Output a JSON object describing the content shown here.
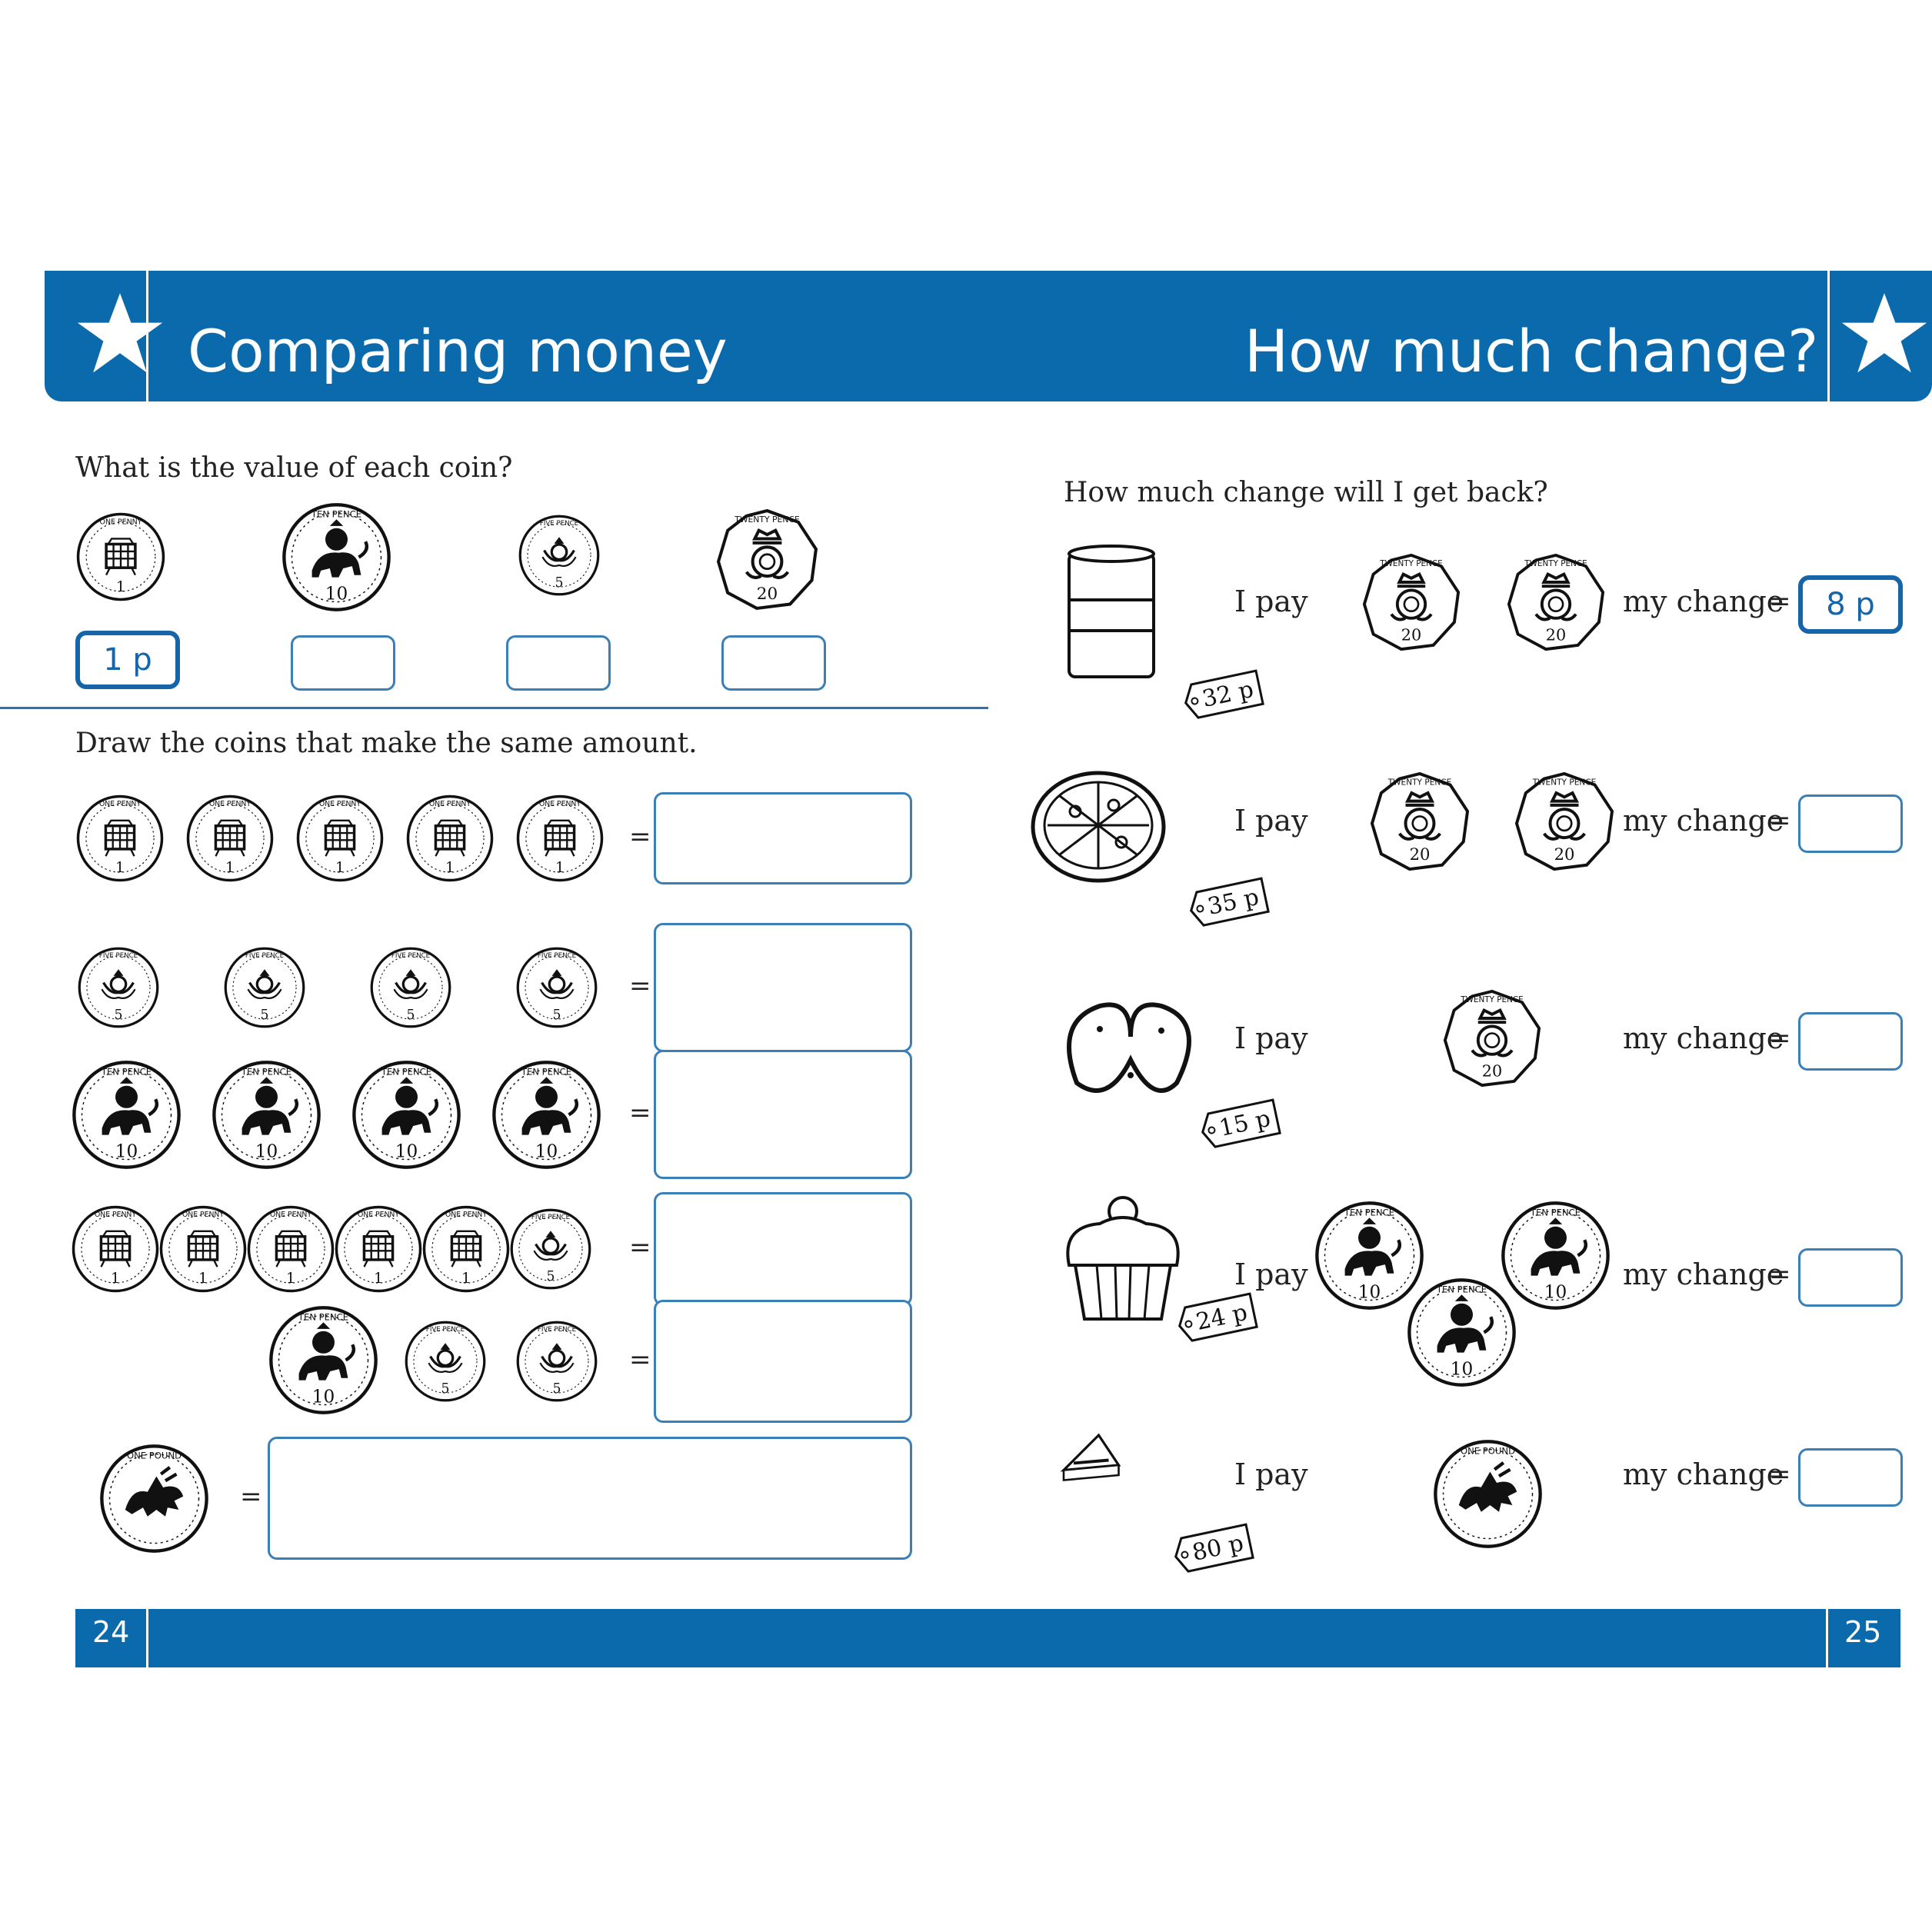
{
  "header": {
    "left_title": "Comparing money",
    "right_title": "How much change?"
  },
  "left_page": {
    "section1": {
      "prompt": "What is the value of each coin?",
      "coins": [
        {
          "coin": "one-penny",
          "value": "1",
          "rim_text": "ONE PENNY"
        },
        {
          "coin": "ten-pence",
          "value": "10",
          "rim_text": "TEN PENCE"
        },
        {
          "coin": "five-pence",
          "value": "5",
          "rim_text": "FIVE PENCE"
        },
        {
          "coin": "twenty-pence",
          "value": "20",
          "rim_text": "TWENTY PENCE"
        }
      ],
      "answers": [
        "1 p",
        "",
        "",
        ""
      ]
    },
    "section2": {
      "prompt": "Draw the coins that make the same amount.",
      "equals": "=",
      "rows": [
        {
          "coins": [
            "one-penny",
            "one-penny",
            "one-penny",
            "one-penny",
            "one-penny"
          ],
          "answer": ""
        },
        {
          "coins": [
            "five-pence",
            "five-pence",
            "five-pence",
            "five-pence"
          ],
          "answer": ""
        },
        {
          "coins": [
            "ten-pence",
            "ten-pence",
            "ten-pence",
            "ten-pence"
          ],
          "answer": ""
        },
        {
          "coins": [
            "one-penny",
            "one-penny",
            "one-penny",
            "one-penny",
            "one-penny",
            "five-pence"
          ],
          "answer": ""
        },
        {
          "coins": [
            "ten-pence",
            "five-pence",
            "five-pence"
          ],
          "answer": ""
        },
        {
          "coins": [
            "one-pound"
          ],
          "answer": ""
        }
      ]
    }
  },
  "right_page": {
    "prompt": "How much change will I get back?",
    "i_pay_label": "I pay",
    "my_change_label": "my change",
    "equals": "=",
    "items": [
      {
        "item": "drink-can",
        "price": "32 p",
        "paid_with": [
          "twenty-pence",
          "twenty-pence"
        ],
        "change": "8 p"
      },
      {
        "item": "pizza",
        "price": "35 p",
        "paid_with": [
          "twenty-pence",
          "twenty-pence"
        ],
        "change": ""
      },
      {
        "item": "pretzel",
        "price": "15 p",
        "paid_with": [
          "twenty-pence"
        ],
        "change": ""
      },
      {
        "item": "cupcake",
        "price": "24 p",
        "paid_with": [
          "ten-pence",
          "ten-pence",
          "ten-pence"
        ],
        "change": ""
      },
      {
        "item": "sandwich",
        "price": "80 p",
        "paid_with": [
          "one-pound"
        ],
        "change": ""
      }
    ]
  },
  "coin_text": {
    "one-penny": {
      "rim": "ONE PENNY",
      "value": "1"
    },
    "five-pence": {
      "rim": "FIVE PENCE",
      "value": "5"
    },
    "ten-pence": {
      "rim": "TEN PENCE",
      "value": "10"
    },
    "twenty-pence": {
      "rim": "TWENTY PENCE",
      "value": "20"
    },
    "one-pound": {
      "rim": "ONE POUND",
      "value": ""
    }
  },
  "footer": {
    "left_page_number": "24",
    "right_page_number": "25"
  },
  "colors": {
    "brand_blue": "#0b6aac",
    "box_border": "#3a7fb8",
    "answer_blue": "#1565a8"
  }
}
